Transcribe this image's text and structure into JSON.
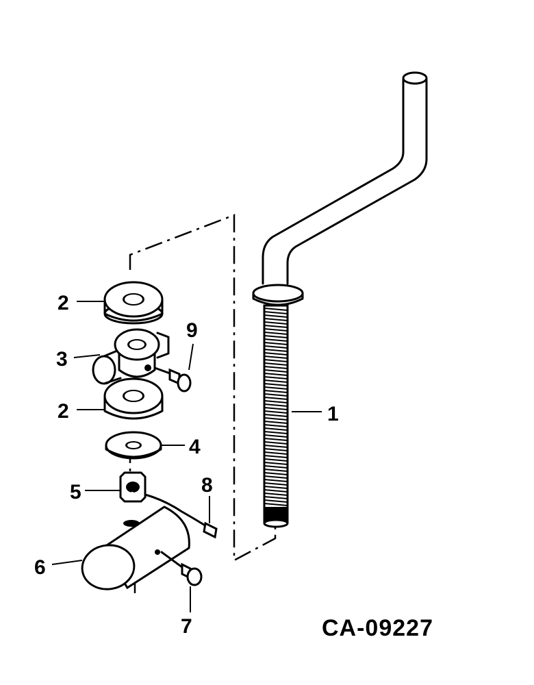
{
  "diagram": {
    "reference_code": "CA-09227",
    "callouts": [
      {
        "id": "1",
        "label": "1"
      },
      {
        "id": "2a",
        "label": "2"
      },
      {
        "id": "3",
        "label": "3"
      },
      {
        "id": "9",
        "label": "9"
      },
      {
        "id": "2b",
        "label": "2"
      },
      {
        "id": "4",
        "label": "4"
      },
      {
        "id": "5",
        "label": "5"
      },
      {
        "id": "8",
        "label": "8"
      },
      {
        "id": "6",
        "label": "6"
      },
      {
        "id": "7",
        "label": "7"
      }
    ]
  }
}
